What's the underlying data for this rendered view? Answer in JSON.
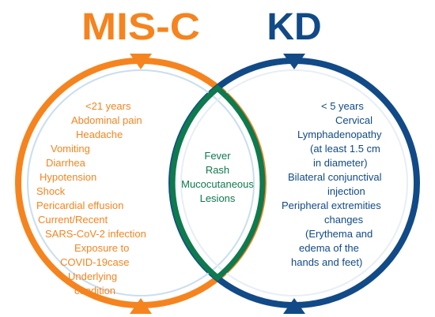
{
  "colors": {
    "mis_c": "#F5841F",
    "kd": "#114A87",
    "shared": "#0E7A4E",
    "inner_ring_left": "#C9DEF0",
    "inner_ring_right": "#E7EEF5",
    "background": "#FFFFFF"
  },
  "left": {
    "title": "MIS-C",
    "items": [
      "<21 years",
      "Abdominal pain",
      "Headache",
      "Vomiting",
      "Diarrhea",
      "Hypotension",
      "Shock",
      "Pericardial effusion",
      "Current/Recent",
      "SARS-CoV-2 infection",
      "Exposure to",
      "COVID-19case",
      "Underlying",
      "condition"
    ]
  },
  "right": {
    "title": "KD",
    "items": [
      "< 5 years",
      "Cervical",
      "Lymphadenopathy",
      "(at least 1.5 cm",
      "in diameter)",
      "Bilateral conjunctival",
      "injection",
      "Peripheral extremities",
      "changes",
      "(Erythema and",
      "edema  of the",
      "hands and feet)"
    ]
  },
  "overlap": {
    "items": [
      "Fever",
      "Rash",
      "Mucocutaneous",
      "Lesions"
    ]
  }
}
